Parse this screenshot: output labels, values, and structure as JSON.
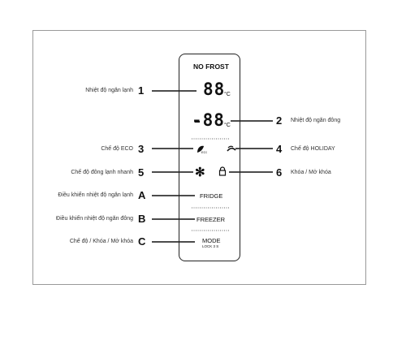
{
  "panel": {
    "brand": "NO FROST",
    "fridge_display": "88",
    "freezer_display": "-88",
    "unit": "°C",
    "button_fridge": "FRIDGE",
    "button_freezer": "FREEZER",
    "button_mode": "MODE",
    "button_mode_sub": "LOCK 3 S"
  },
  "callouts": [
    {
      "marker": "1",
      "label": "Nhiệt độ ngăn lạnh"
    },
    {
      "marker": "2",
      "label": "Nhiệt độ ngăn đông"
    },
    {
      "marker": "3",
      "label": "Chế độ ECO"
    },
    {
      "marker": "4",
      "label": "Chế độ HOLIDAY"
    },
    {
      "marker": "5",
      "label": "Chế độ đông lạnh nhanh"
    },
    {
      "marker": "6",
      "label": "Khóa / Mở khóa"
    },
    {
      "marker": "A",
      "label": "Điều khiển nhiệt độ ngăn lạnh"
    },
    {
      "marker": "B",
      "label": "Điều khiển nhiệt độ ngăn đông"
    },
    {
      "marker": "C",
      "label": "Chế độ / Khóa / Mở khóa"
    }
  ],
  "icons": [
    "eco-icon",
    "holiday-icon",
    "snowflake-icon",
    "lock-icon"
  ]
}
